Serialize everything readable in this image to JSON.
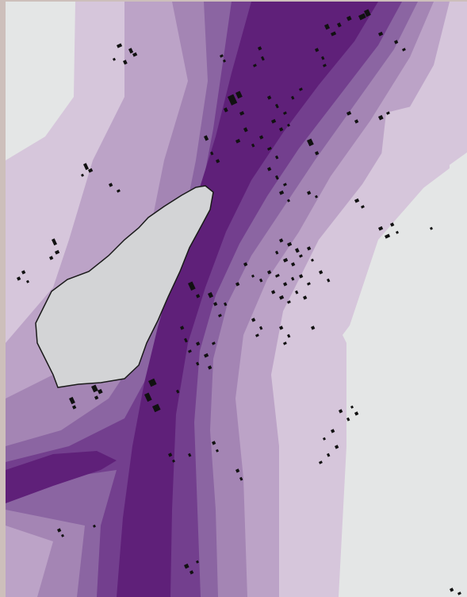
{
  "map": {
    "type": "noise-contour-map",
    "legend": null,
    "labels": [],
    "colors": {
      "frame": "#cdbfbb",
      "background_light": "#e4e6e6",
      "lake": "#d3d4d6",
      "lake_outline": "#1a1a1a",
      "band_1": "#d6c6db",
      "band_2": "#bca3c7",
      "band_3": "#a485b4",
      "band_4": "#8b65a2",
      "band_5": "#733f8e",
      "band_6": "#5f2079",
      "buildings": "#111111"
    },
    "zones": [
      {
        "level": 1,
        "fill_key": "band_1"
      },
      {
        "level": 2,
        "fill_key": "band_2"
      },
      {
        "level": 3,
        "fill_key": "band_3"
      },
      {
        "level": 4,
        "fill_key": "band_4"
      },
      {
        "level": 5,
        "fill_key": "band_5"
      },
      {
        "level": 6,
        "fill_key": "band_6"
      }
    ]
  }
}
